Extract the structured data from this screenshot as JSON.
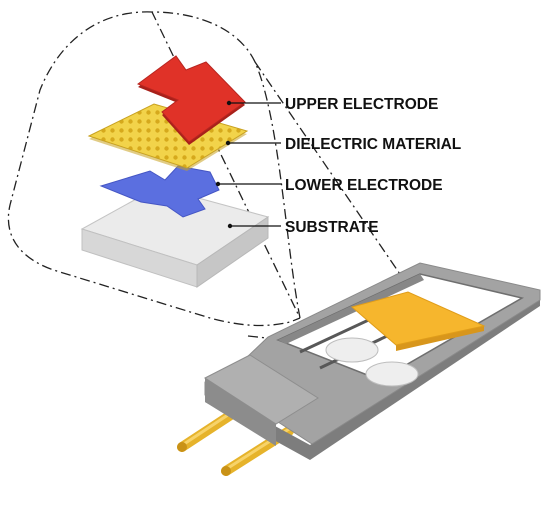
{
  "diagram": {
    "labels": {
      "upper_electrode": "UPPER ELECTRODE",
      "dielectric_material": "DIELECTRIC MATERIAL",
      "lower_electrode": "LOWER ELECTRODE",
      "substrate": "SUBSTRATE"
    },
    "colors": {
      "upper_electrode": "#e03228",
      "dielectric_material": "#f2d34a",
      "dielectric_dots": "#d6a91c",
      "lower_electrode": "#5b6fe0",
      "substrate": "#e8e8e8",
      "housing": "#9a9a9a",
      "sensor_pad": "#f6b62d",
      "pins": "#e6b32b",
      "callout_line": "#222222"
    }
  }
}
